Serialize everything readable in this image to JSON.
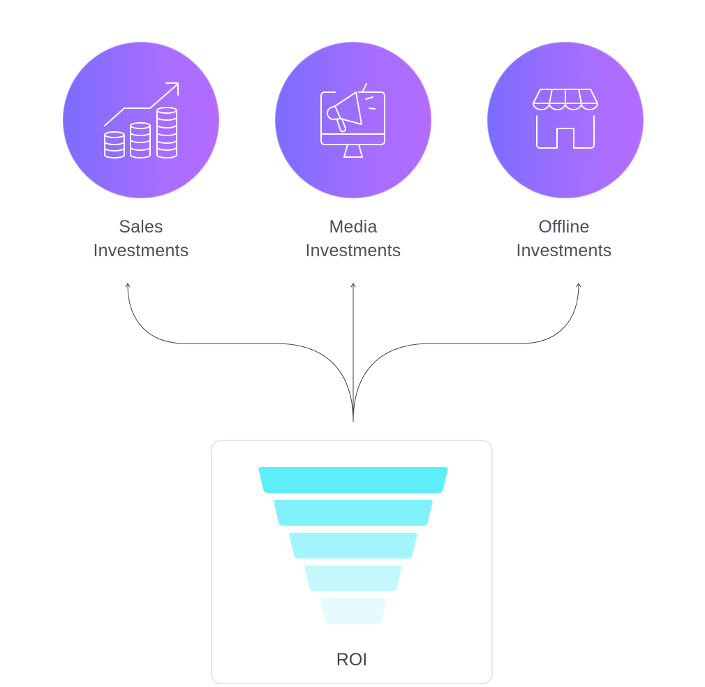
{
  "nodes": [
    {
      "id": "sales",
      "icon": "coins-growth-icon",
      "label_line1": "Sales",
      "label_line2": "Investments"
    },
    {
      "id": "media",
      "icon": "megaphone-monitor-icon",
      "label_line1": "Media",
      "label_line2": "Investments"
    },
    {
      "id": "offline",
      "icon": "storefront-icon",
      "label_line1": "Offline",
      "label_line2": "Investments"
    }
  ],
  "roi": {
    "label": "ROI",
    "icon": "funnel-icon",
    "levels": 5
  },
  "colors": {
    "circle_gradient_start": "#7b6cff",
    "circle_gradient_end": "#b36cff",
    "funnel_top": "#5eeefa",
    "funnel_bottom": "#e6fbfe",
    "connector": "#3c3f4a",
    "text": "#4a4f5c"
  }
}
